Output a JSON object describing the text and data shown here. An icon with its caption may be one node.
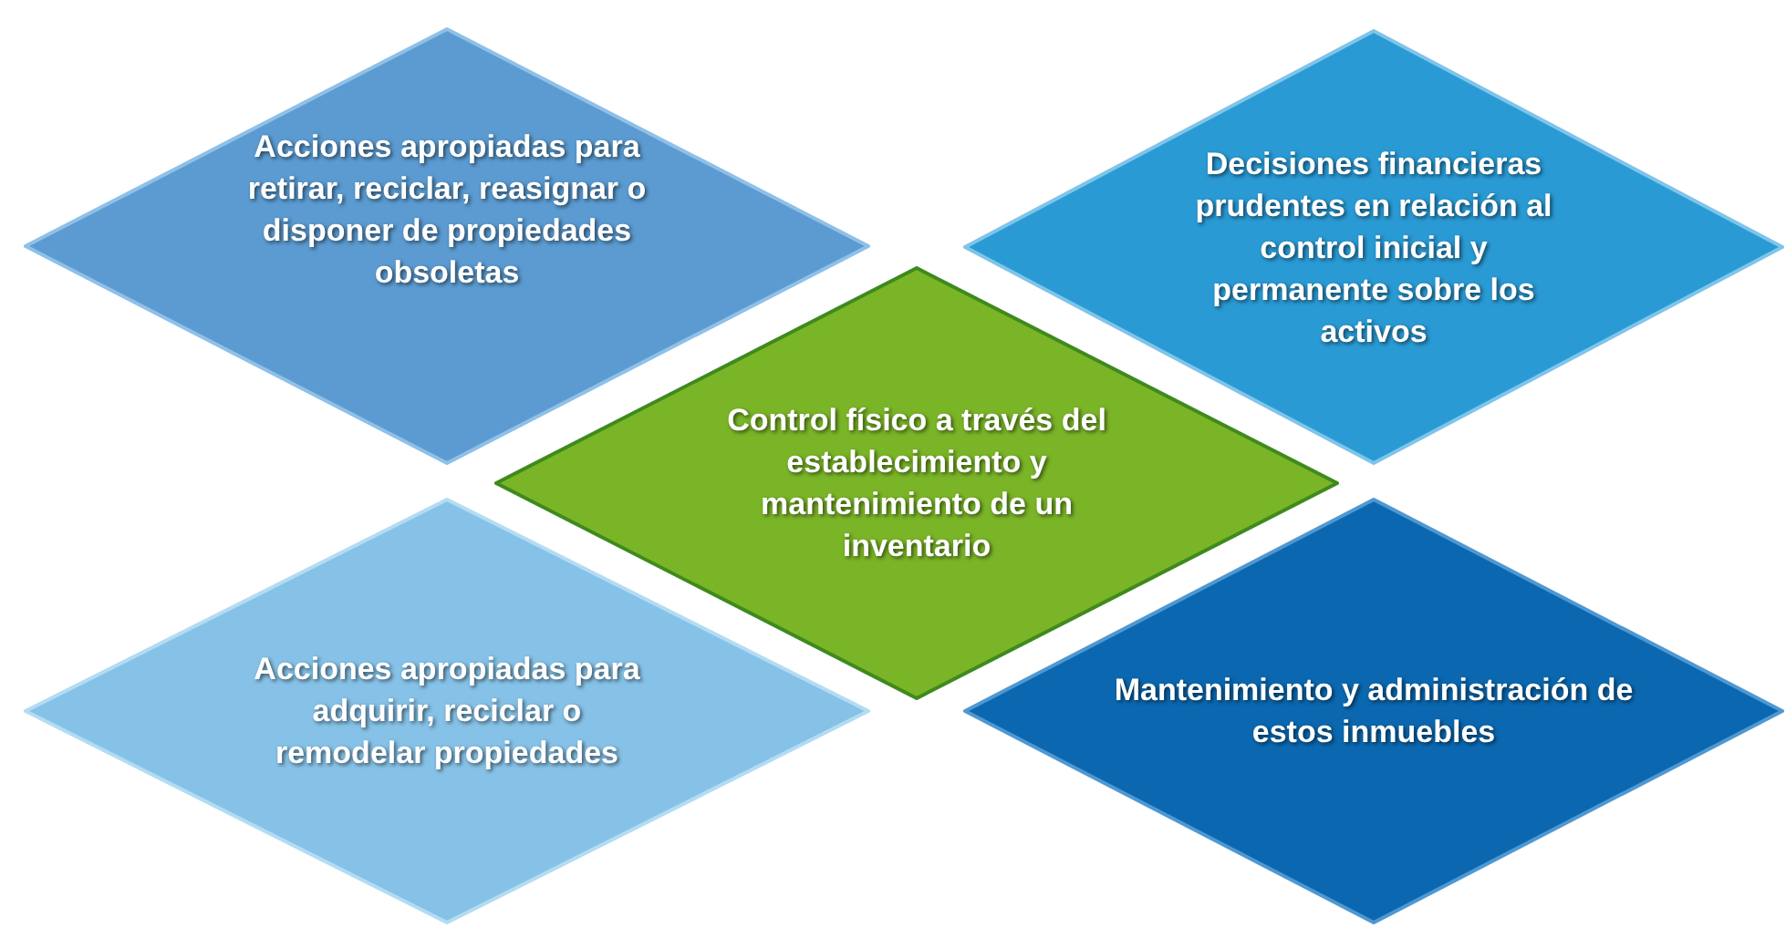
{
  "diagram": {
    "nodes": [
      {
        "text": [
          "Acciones apropiadas para retirar, reciclar, reasignar o disponer de propiedades obsoletas"
        ]
      },
      {
        "text": [
          "Decisiones financieras prudentes en relación al control inicial y permanente sobre los activos"
        ]
      },
      {
        "text": [
          "Control físico a través del establecimiento y mantenimiento de un inventario"
        ]
      },
      {
        "text": [
          "Acciones apropiadas para adquirir, reciclar o remodelar propiedades"
        ]
      },
      {
        "text": [
          "Mantenimiento y administración de estos inmuebles"
        ]
      }
    ],
    "edges": []
  }
}
